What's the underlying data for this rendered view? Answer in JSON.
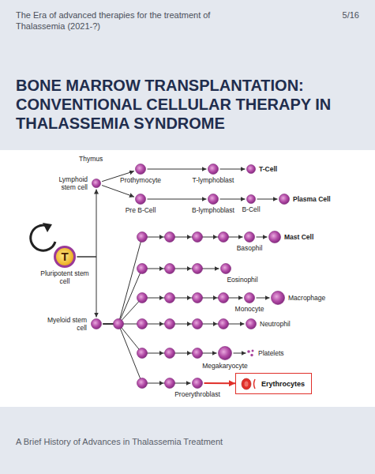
{
  "diagram": {
    "title": "BONE MARROW TRANSPLANTATION: CONVENTIONAL CELLULAR THERAPY IN THALASSEMIA SYNDROME",
    "nodes": [
      {
        "text": [
          "Lymphoid stem cell"
        ]
      },
      {
        "text": [
          "Prothymocyte"
        ]
      },
      {
        "text": [
          "T-lymphoblast"
        ]
      },
      {
        "text": [
          "T-Cell"
        ]
      },
      {
        "text": [
          "Pre B-Cell"
        ]
      },
      {
        "text": [
          "B-lymphoblast"
        ]
      },
      {
        "text": [
          "B-Cell"
        ]
      },
      {
        "text": [
          "Plasma Cell"
        ]
      },
      {
        "text": [
          "T",
          "Pluripotent stem cell"
        ]
      },
      {
        "text": [
          "Basophil"
        ]
      },
      {
        "text": [
          "Mast Cell"
        ]
      },
      {
        "text": [
          "Eosinophil"
        ]
      },
      {
        "text": [
          "Monocyte"
        ]
      },
      {
        "text": [
          "Macrophage"
        ]
      },
      {
        "text": [
          "Myeloid stem cell"
        ]
      },
      {
        "text": [
          "Neutrophil"
        ]
      },
      {
        "text": [
          "Megakaryocyte"
        ]
      },
      {
        "text": [
          "Platelets"
        ]
      },
      {
        "text": [
          "Proerythroblast"
        ]
      },
      {
        "text": [
          "Erythrocytes"
        ]
      }
    ],
    "edges": [
      {
        "from": 8,
        "to": 0,
        "arrow": "to"
      },
      {
        "from": 8,
        "to": 14,
        "arrow": "to"
      },
      {
        "from": 0,
        "to": 1,
        "arrow": "to"
      },
      {
        "from": 1,
        "to": 2,
        "arrow": "to"
      },
      {
        "from": 2,
        "to": 3,
        "arrow": "to"
      },
      {
        "from": 0,
        "to": 4,
        "arrow": "to"
      },
      {
        "from": 4,
        "to": 5,
        "arrow": "to"
      },
      {
        "from": 5,
        "to": 6,
        "arrow": "to"
      },
      {
        "from": 6,
        "to": 7,
        "arrow": "to"
      },
      {
        "from": 14,
        "to": 9,
        "arrow": "to"
      },
      {
        "from": 14,
        "to": 11,
        "arrow": "to"
      },
      {
        "from": 14,
        "to": 12,
        "arrow": "to"
      },
      {
        "from": 14,
        "to": 15,
        "arrow": "to"
      },
      {
        "from": 14,
        "to": 16,
        "arrow": "to"
      },
      {
        "from": 14,
        "to": 18,
        "arrow": "to"
      },
      {
        "from": 9,
        "to": 10,
        "arrow": "to"
      },
      {
        "from": 12,
        "to": 13,
        "arrow": "to"
      },
      {
        "from": 16,
        "to": 17,
        "arrow": "to"
      },
      {
        "from": 18,
        "to": 19,
        "arrow": "to"
      }
    ],
    "labels": [
      "The Era of advanced therapies for the treatment of Thalassemia (2021-?)",
      "5/16",
      "Thymus",
      "A Brief History of Advances in Thalassemia Treatment"
    ]
  }
}
